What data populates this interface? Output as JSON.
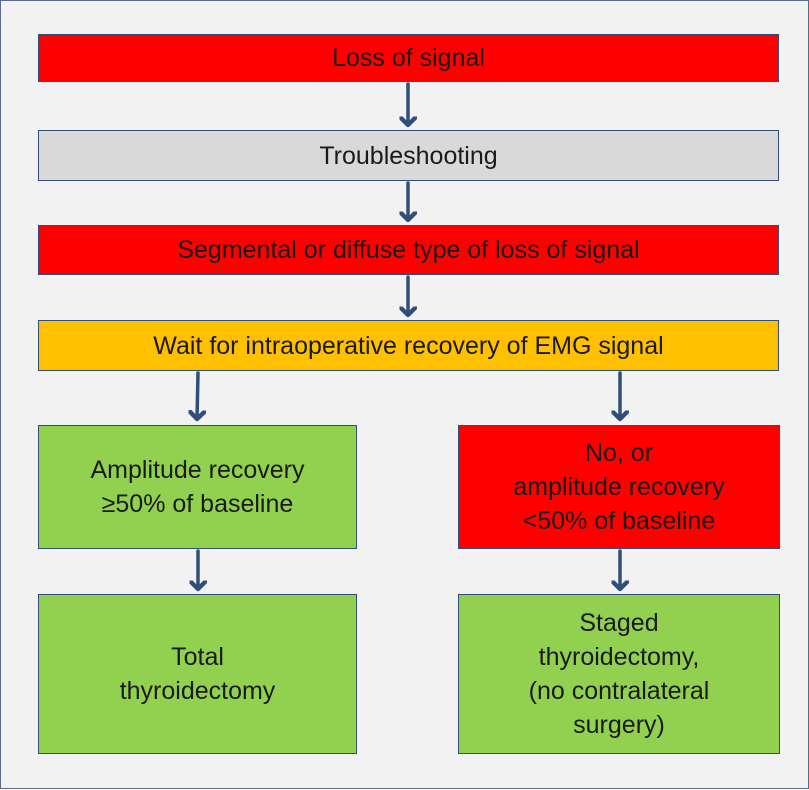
{
  "flowchart": {
    "step1": {
      "label": "Loss of signal",
      "color": "#ff0000"
    },
    "step2": {
      "label": "Troubleshooting",
      "color": "#d9d9d9"
    },
    "step3": {
      "label": "Segmental or diffuse type of loss of signal",
      "color": "#ff0000"
    },
    "step4": {
      "label": "Wait for intraoperative recovery of EMG signal",
      "color": "#ffc000"
    },
    "left_branch": {
      "condition": {
        "lines": [
          "Amplitude recovery",
          "≥50% of baseline"
        ],
        "color": "#92d050"
      },
      "outcome": {
        "lines": [
          "Total",
          "thyroidectomy"
        ],
        "color": "#92d050"
      }
    },
    "right_branch": {
      "condition": {
        "lines": [
          "No, or",
          "amplitude recovery",
          "<50% of baseline"
        ],
        "color": "#ff0000"
      },
      "outcome": {
        "lines": [
          "Staged",
          "thyroidectomy,",
          "(no contralateral",
          "surgery)"
        ],
        "color": "#92d050"
      }
    },
    "arrow_color": "#2f4f7a"
  }
}
